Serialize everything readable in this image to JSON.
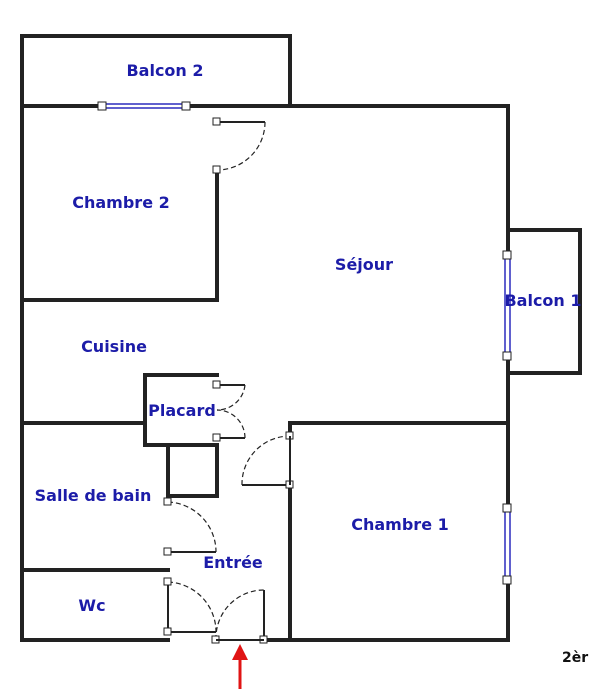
{
  "rooms": {
    "balcon2": "Balcon 2",
    "chambre2": "Chambre 2",
    "sejour": "Séjour",
    "balcon1": "Balcon 1",
    "cuisine": "Cuisine",
    "placard": "Placard",
    "salle_de_bain": "Salle de bain",
    "entree": "Entrée",
    "chambre1": "Chambre 1",
    "wc": "Wc"
  },
  "floor_label": "2èr",
  "colors": {
    "wall": "#222222",
    "label": "#1c1ca8",
    "window": "#2b2bbd",
    "entry_arrow": "#e01414"
  }
}
